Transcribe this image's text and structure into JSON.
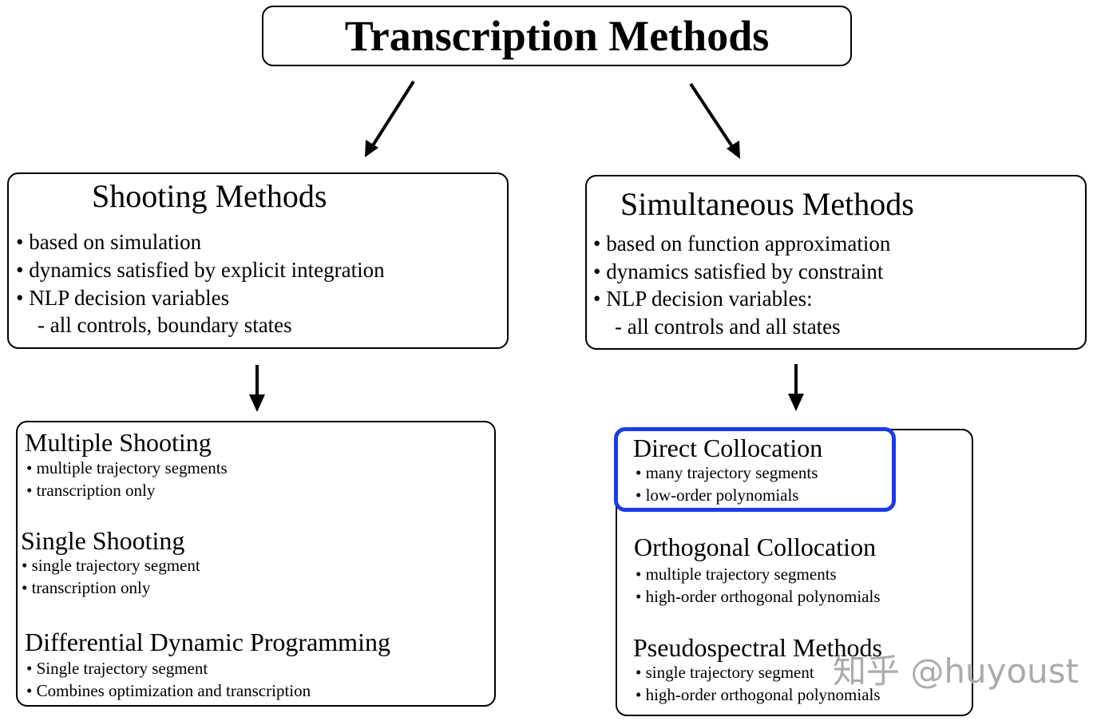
{
  "title": "Transcription Methods",
  "shooting": {
    "title": "Shooting Methods",
    "bullets": [
      "• based on simulation",
      "• dynamics satisfied by explicit integration",
      "• NLP decision variables",
      "- all controls,  boundary states"
    ]
  },
  "simultaneous": {
    "title": "Simultaneous Methods",
    "bullets": [
      "• based on function approximation",
      "• dynamics satisfied by constraint",
      "• NLP decision variables:",
      "- all controls and all states"
    ]
  },
  "shooting_types": [
    {
      "title": "Multiple Shooting",
      "bullets": [
        "• multiple trajectory segments",
        "• transcription only"
      ]
    },
    {
      "title": "Single Shooting",
      "bullets": [
        "• single trajectory segment",
        "• transcription only"
      ]
    },
    {
      "title": "Differential Dynamic Programming",
      "bullets": [
        "• Single trajectory segment",
        "• Combines optimization and transcription"
      ]
    }
  ],
  "simultaneous_types": [
    {
      "title": "Direct Collocation",
      "bullets": [
        "• many trajectory segments",
        "• low-order polynomials"
      ]
    },
    {
      "title": "Orthogonal Collocation",
      "bullets": [
        "• multiple trajectory segments",
        "• high-order orthogonal polynomials"
      ]
    },
    {
      "title": "Pseudospectral Methods",
      "bullets": [
        "• single trajectory segment",
        "• high-order orthogonal polynomials"
      ]
    }
  ],
  "highlight_color": "#1a3be8",
  "watermark": "知乎 @huyoust"
}
